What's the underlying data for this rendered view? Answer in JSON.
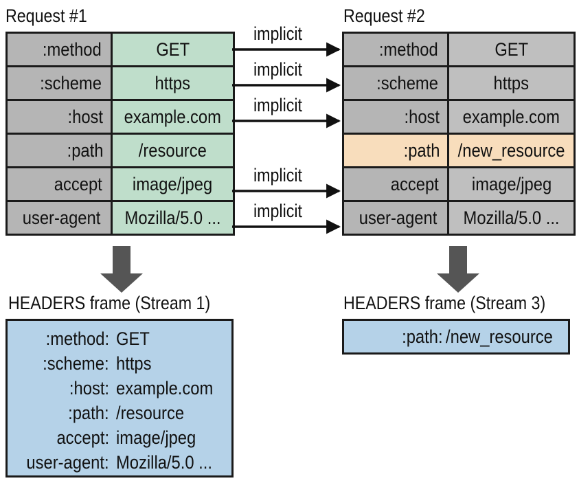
{
  "request1": {
    "title": "Request #1",
    "rows": [
      {
        "key": ":method",
        "value": "GET"
      },
      {
        "key": ":scheme",
        "value": "https"
      },
      {
        "key": ":host",
        "value": "example.com"
      },
      {
        "key": ":path",
        "value": "/resource"
      },
      {
        "key": "accept",
        "value": "image/jpeg"
      },
      {
        "key": "user-agent",
        "value": "Mozilla/5.0 ..."
      }
    ]
  },
  "request2": {
    "title": "Request #2",
    "rows": [
      {
        "key": ":method",
        "value": "GET"
      },
      {
        "key": ":scheme",
        "value": "https"
      },
      {
        "key": ":host",
        "value": "example.com"
      },
      {
        "key": ":path",
        "value": "/new_resource",
        "changed": true
      },
      {
        "key": "accept",
        "value": "image/jpeg"
      },
      {
        "key": "user-agent",
        "value": "Mozilla/5.0 ..."
      }
    ]
  },
  "arrow_label": "implicit",
  "frame1": {
    "title": "HEADERS frame (Stream 1)",
    "lines": [
      {
        "key": ":method:",
        "value": "GET"
      },
      {
        "key": ":scheme:",
        "value": "https"
      },
      {
        "key": ":host:",
        "value": "example.com"
      },
      {
        "key": ":path:",
        "value": "/resource"
      },
      {
        "key": "accept:",
        "value": "image/jpeg"
      },
      {
        "key": "user-agent:",
        "value": "Mozilla/5.0 ..."
      }
    ]
  },
  "frame2": {
    "title": "HEADERS frame (Stream 3)",
    "lines": [
      {
        "key": ":path:",
        "value": "/new_resource"
      }
    ]
  },
  "colors": {
    "key_cell": "#b5b5b5",
    "value_cell_request1": "#bfdecb",
    "value_cell_request2": "#bfbfbf",
    "changed_cell": "#f8ddbc",
    "frame_box": "#b5d2e8",
    "down_arrow": "#555555"
  }
}
